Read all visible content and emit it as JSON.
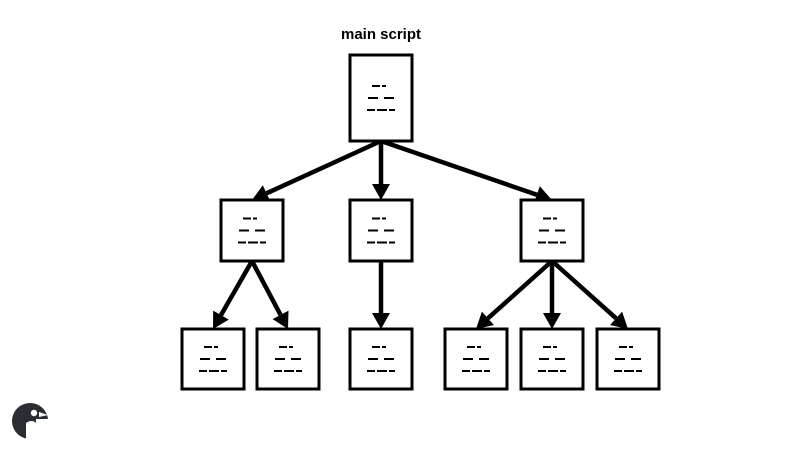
{
  "diagram": {
    "title": "main script",
    "colors": {
      "stroke": "#000000",
      "background": "#ffffff",
      "logo_dark": "#2a2e33"
    },
    "nodes": [
      {
        "id": "root",
        "level": 0
      },
      {
        "id": "a",
        "level": 1
      },
      {
        "id": "b",
        "level": 1
      },
      {
        "id": "c",
        "level": 1
      },
      {
        "id": "a1",
        "level": 2
      },
      {
        "id": "a2",
        "level": 2
      },
      {
        "id": "b1",
        "level": 2
      },
      {
        "id": "c1",
        "level": 2
      },
      {
        "id": "c2",
        "level": 2
      },
      {
        "id": "c3",
        "level": 2
      }
    ],
    "edges": [
      {
        "from": "root",
        "to": "a"
      },
      {
        "from": "root",
        "to": "b"
      },
      {
        "from": "root",
        "to": "c"
      },
      {
        "from": "a",
        "to": "a1"
      },
      {
        "from": "a",
        "to": "a2"
      },
      {
        "from": "b",
        "to": "b1"
      },
      {
        "from": "c",
        "to": "c1"
      },
      {
        "from": "c",
        "to": "c2"
      },
      {
        "from": "c",
        "to": "c3"
      }
    ],
    "node_icon": "document-lines-icon",
    "logo_icon": "bird-logo-icon"
  }
}
